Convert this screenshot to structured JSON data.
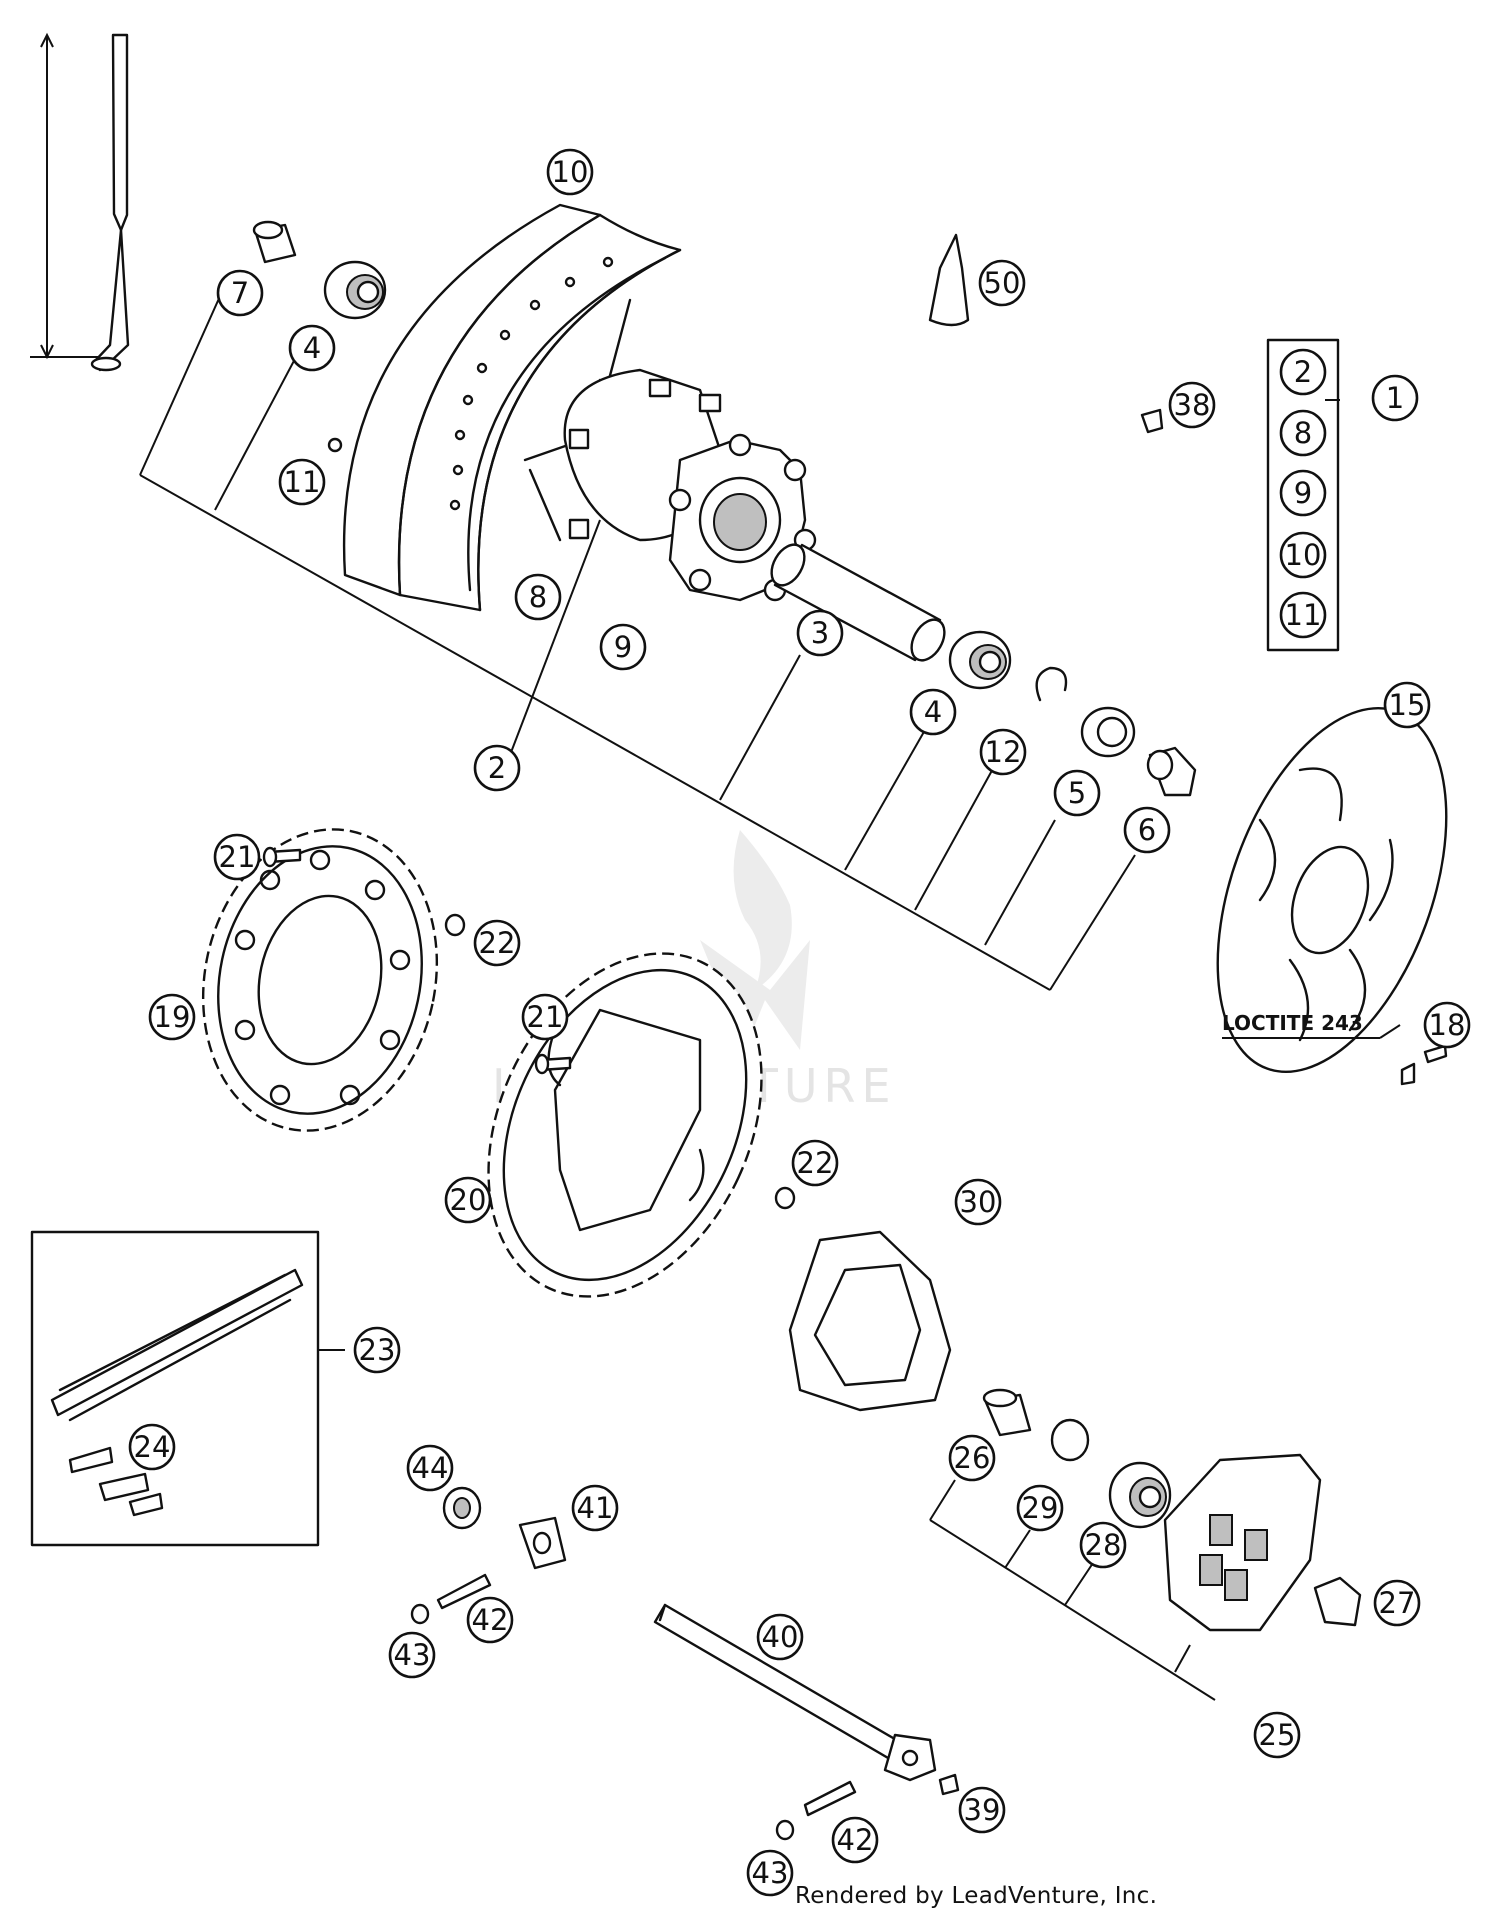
{
  "callouts": [
    {
      "id": "c1",
      "label": "1"
    },
    {
      "id": "c2",
      "label": "2"
    },
    {
      "id": "c2b",
      "label": "2"
    },
    {
      "id": "c3",
      "label": "3"
    },
    {
      "id": "c4a",
      "label": "4"
    },
    {
      "id": "c4b",
      "label": "4"
    },
    {
      "id": "c5",
      "label": "5"
    },
    {
      "id": "c6",
      "label": "6"
    },
    {
      "id": "c7",
      "label": "7"
    },
    {
      "id": "c8",
      "label": "8"
    },
    {
      "id": "c8b",
      "label": "8"
    },
    {
      "id": "c9",
      "label": "9"
    },
    {
      "id": "c9b",
      "label": "9"
    },
    {
      "id": "c10",
      "label": "10"
    },
    {
      "id": "c10b",
      "label": "10"
    },
    {
      "id": "c11",
      "label": "11"
    },
    {
      "id": "c11b",
      "label": "11"
    },
    {
      "id": "c12",
      "label": "12"
    },
    {
      "id": "c15",
      "label": "15"
    },
    {
      "id": "c18",
      "label": "18"
    },
    {
      "id": "c19",
      "label": "19"
    },
    {
      "id": "c20",
      "label": "20"
    },
    {
      "id": "c21a",
      "label": "21"
    },
    {
      "id": "c21b",
      "label": "21"
    },
    {
      "id": "c22a",
      "label": "22"
    },
    {
      "id": "c22b",
      "label": "22"
    },
    {
      "id": "c23",
      "label": "23"
    },
    {
      "id": "c24",
      "label": "24"
    },
    {
      "id": "c25",
      "label": "25"
    },
    {
      "id": "c26",
      "label": "26"
    },
    {
      "id": "c27",
      "label": "27"
    },
    {
      "id": "c28",
      "label": "28"
    },
    {
      "id": "c29",
      "label": "29"
    },
    {
      "id": "c30",
      "label": "30"
    },
    {
      "id": "c38",
      "label": "38"
    },
    {
      "id": "c39",
      "label": "39"
    },
    {
      "id": "c40",
      "label": "40"
    },
    {
      "id": "c41",
      "label": "41"
    },
    {
      "id": "c42a",
      "label": "42"
    },
    {
      "id": "c42b",
      "label": "42"
    },
    {
      "id": "c43a",
      "label": "43"
    },
    {
      "id": "c43b",
      "label": "43"
    },
    {
      "id": "c44",
      "label": "44"
    },
    {
      "id": "c50",
      "label": "50"
    }
  ],
  "loctite_label": "LOCTITE 243",
  "watermark_text": "LEADVENTURE",
  "footer_text": "Rendered by LeadVenture, Inc.",
  "colors": {
    "ink": "#111111",
    "watermark": "#e4e4e4",
    "background": "#ffffff"
  }
}
